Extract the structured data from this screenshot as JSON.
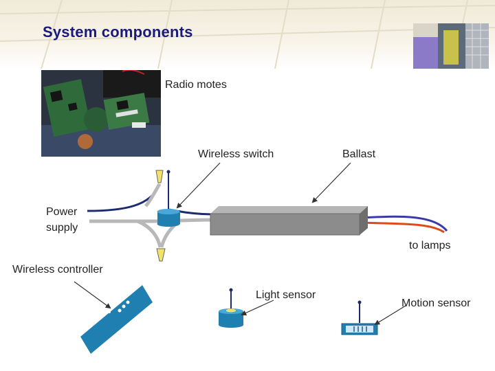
{
  "slide": {
    "title": "System components"
  },
  "labels": {
    "radio_motes": "Radio motes",
    "wireless_switch": "Wireless switch",
    "ballast": "Ballast",
    "power_supply_line1": "Power",
    "power_supply_line2": "supply",
    "to_lamps": "to lamps",
    "wireless_controller": "Wireless controller",
    "light_sensor": "Light sensor",
    "motion_sensor": "Motion sensor"
  },
  "colors": {
    "title": "#1a1a7a",
    "device_blue": "#1e7fb0",
    "ballast_gray": "#8c8c8c",
    "wire_gray": "#b8b8b8",
    "wire_navy": "#1c2a6e",
    "wire_blue": "#3a3aa8",
    "wire_red": "#e04a1a"
  }
}
